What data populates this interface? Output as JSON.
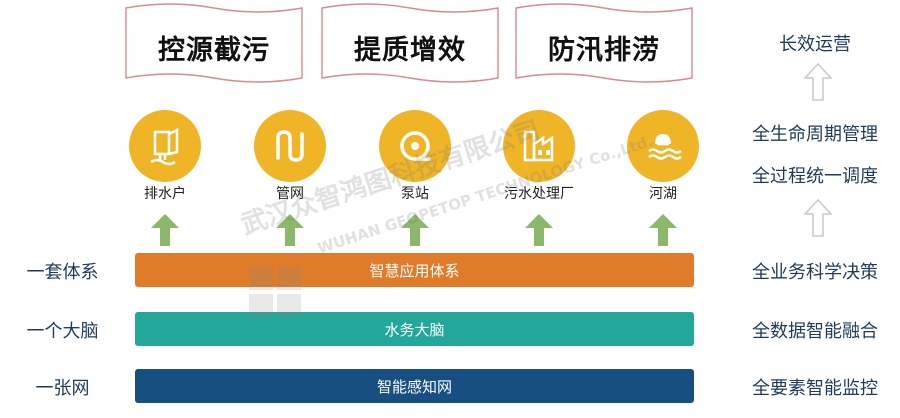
{
  "goals": [
    "控源截污",
    "提质增效",
    "防汛排涝"
  ],
  "nodes": [
    {
      "label": "排水户",
      "icon": "drainage-household-icon"
    },
    {
      "label": "管网",
      "icon": "pipe-network-icon"
    },
    {
      "label": "泵站",
      "icon": "pump-station-icon"
    },
    {
      "label": "污水处理厂",
      "icon": "sewage-plant-icon"
    },
    {
      "label": "河湖",
      "icon": "river-lake-icon"
    }
  ],
  "bars": [
    {
      "left_label": "一套体系",
      "text": "智慧应用体系",
      "right_label": "全业务科学决策",
      "color": "#e07b2a"
    },
    {
      "left_label": "一个大脑",
      "text": "水务大脑",
      "right_label": "全数据智能融合",
      "color": "#23a79a"
    },
    {
      "left_label": "一张网",
      "text": "智能感知网",
      "right_label": "全要素智能监控",
      "color": "#174f82"
    }
  ],
  "right_column": {
    "top": "长效运营",
    "middle_1": "全生命周期管理",
    "middle_2": "全过程统一调度"
  },
  "watermark": {
    "name": "武汉众智鸿图科技有限公司",
    "english": "WUHAN GEOPETOP TECHNOLOGY Co.,Ltd."
  },
  "colors": {
    "node_fill": "#f0b527",
    "arrow_green": "#8bb86b",
    "banner_stroke": "#d98a8a",
    "text_dark": "#1f3b5a"
  }
}
